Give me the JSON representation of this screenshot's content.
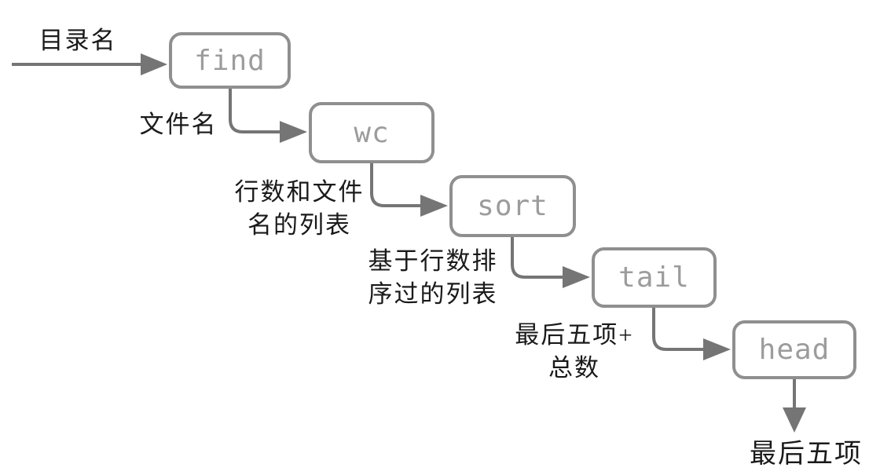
{
  "colors": {
    "background": "#ffffff",
    "arrow": "#757575",
    "box_border": "#8f8f8f",
    "box_text": "#9c9c9c",
    "label_text": "#1a1a1a"
  },
  "diagram": {
    "type": "pipeline-flow-diagram",
    "nodes": [
      {
        "id": "find",
        "label": "find"
      },
      {
        "id": "wc",
        "label": "wc"
      },
      {
        "id": "sort",
        "label": "sort"
      },
      {
        "id": "tail",
        "label": "tail"
      },
      {
        "id": "head",
        "label": "head"
      }
    ],
    "edge_labels": {
      "input": "目录名",
      "find_to_wc": "文件名",
      "wc_to_sort": "行数和文件\n名的列表",
      "sort_to_tail": "基于行数排\n序过的列表",
      "tail_to_head": "最后五项+\n总数",
      "output": "最后五项"
    }
  }
}
